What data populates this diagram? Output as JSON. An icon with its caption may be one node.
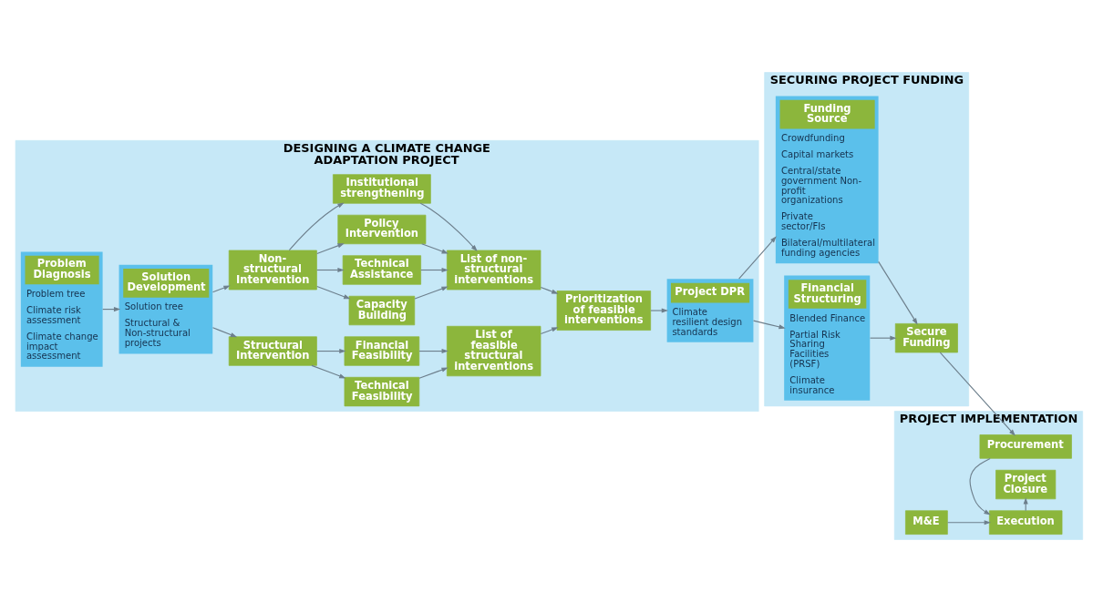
{
  "diagram": {
    "nodes": [
      {
        "text": [
          "DESIGNING A CLIMATE CHANGE ADAPTATION PROJECT"
        ]
      },
      {
        "text": [
          "SECURING PROJECT FUNDING"
        ]
      },
      {
        "text": [
          "PROJECT IMPLEMENTATION"
        ]
      },
      {
        "text": [
          "Problem Diagnosis",
          "Problem tree",
          "Climate risk assessment",
          "Climate change impact assessment"
        ],
        "in": 0
      },
      {
        "text": [
          "Solution Development",
          "Solution tree",
          "Structural & Non-structural projects"
        ],
        "in": 0
      },
      {
        "text": [
          "Structural Intervention"
        ],
        "in": 0
      },
      {
        "text": [
          "Non-structural Intervention"
        ],
        "in": 0
      },
      {
        "text": [
          "Technical Feasibility"
        ],
        "in": 0
      },
      {
        "text": [
          "Financial Feasibility"
        ],
        "in": 0
      },
      {
        "text": [
          "Policy Intervention"
        ],
        "in": 0
      },
      {
        "text": [
          "Institutional strengthening"
        ],
        "in": 0
      },
      {
        "text": [
          "Capacity Building"
        ],
        "in": 0
      },
      {
        "text": [
          "Technical Assistance"
        ],
        "in": 0
      },
      {
        "text": [
          "List of feasible structural interventions"
        ],
        "in": 0
      },
      {
        "text": [
          "Prioritization of feasible interventions"
        ],
        "in": 0
      },
      {
        "text": [
          "List of non-structural interventions"
        ],
        "in": 0
      },
      {
        "text": [
          "Project DPR",
          "Climate resilient design standards"
        ],
        "in": 0
      },
      {
        "text": [
          "Funding Source",
          "Crowdfunding",
          "Capital markets",
          "Central/state government Non-profit organizations",
          "Private sector/FIs",
          "Bilateral/multilateral funding agencies"
        ],
        "in": 1
      },
      {
        "text": [
          "Secure Funding"
        ],
        "in": 1
      },
      {
        "text": [
          "Financial Structuring",
          "Blended Finance",
          "Partial Risk Sharing Facilities (PRSF)",
          "Climate insurance"
        ],
        "in": 1
      },
      {
        "text": [
          "Procurement"
        ],
        "in": 2
      },
      {
        "text": [
          "Execution"
        ],
        "in": 2
      },
      {
        "text": [
          "M&E"
        ],
        "in": 2
      },
      {
        "text": [
          "Project Closure"
        ],
        "in": 2
      }
    ],
    "edges": [
      {
        "from": 3,
        "to": 4,
        "arrow": "to"
      },
      {
        "from": 4,
        "to": 5,
        "arrow": "to"
      },
      {
        "from": 4,
        "to": 6,
        "arrow": "to"
      },
      {
        "from": 5,
        "to": 7,
        "arrow": "to"
      },
      {
        "from": 5,
        "to": 8,
        "arrow": "to"
      },
      {
        "from": 7,
        "to": 13,
        "arrow": "to"
      },
      {
        "from": 8,
        "to": 13,
        "arrow": "to"
      },
      {
        "from": 13,
        "to": 14,
        "arrow": "to"
      },
      {
        "from": 6,
        "to": 9,
        "arrow": "to"
      },
      {
        "from": 6,
        "to": 10,
        "arrow": "to"
      },
      {
        "from": 6,
        "to": 11,
        "arrow": "to"
      },
      {
        "from": 6,
        "to": 12,
        "arrow": "to"
      },
      {
        "from": 9,
        "to": 15,
        "arrow": "to"
      },
      {
        "from": 10,
        "to": 15,
        "arrow": "to"
      },
      {
        "from": 11,
        "to": 15,
        "arrow": "to"
      },
      {
        "from": 12,
        "to": 15,
        "arrow": "to"
      },
      {
        "from": 15,
        "to": 14,
        "arrow": "to"
      },
      {
        "from": 14,
        "to": 16,
        "arrow": "to"
      },
      {
        "from": 16,
        "to": 17,
        "arrow": "to"
      },
      {
        "from": 16,
        "to": 19,
        "arrow": "to"
      },
      {
        "from": 17,
        "to": 18,
        "arrow": "to"
      },
      {
        "from": 19,
        "to": 18,
        "arrow": "to"
      },
      {
        "from": 18,
        "to": 20,
        "arrow": "to"
      },
      {
        "from": 20,
        "to": 21,
        "arrow": "to"
      },
      {
        "from": 21,
        "to": 23,
        "arrow": "to"
      },
      {
        "from": 22,
        "to": 21,
        "arrow": "to"
      }
    ]
  }
}
